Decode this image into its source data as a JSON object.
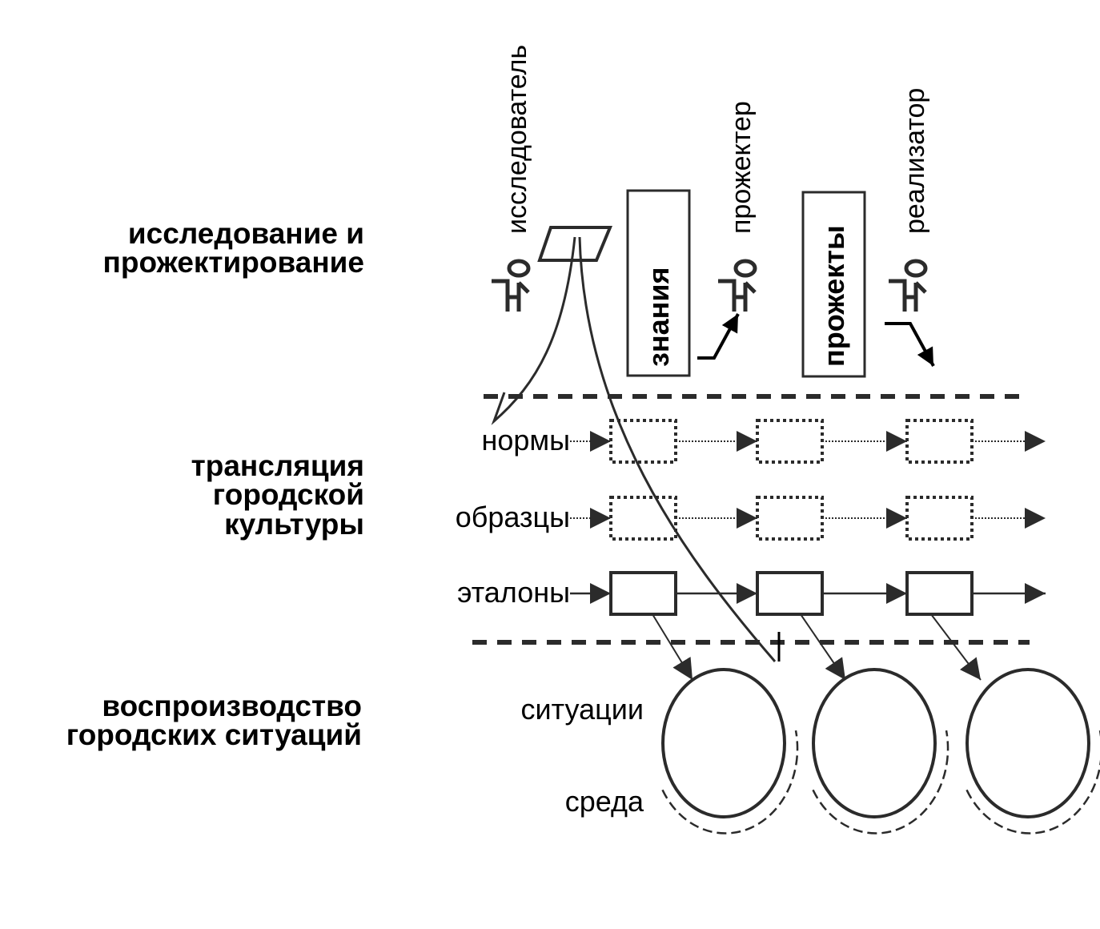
{
  "levels": [
    {
      "id": "research",
      "lines": [
        "исследование и",
        "прожектирование"
      ]
    },
    {
      "id": "translation",
      "lines": [
        "трансляция",
        "городской",
        "культуры"
      ]
    },
    {
      "id": "reproduction",
      "lines": [
        "воспроизводство",
        "городских ситуаций"
      ]
    }
  ],
  "roles": [
    {
      "id": "researcher",
      "label": "исследователь",
      "icon": "person-icon"
    },
    {
      "id": "projector",
      "label": "прожектер",
      "icon": "person-icon"
    },
    {
      "id": "implementer",
      "label": "реализатор",
      "icon": "person-icon"
    }
  ],
  "products": [
    {
      "id": "knowledge",
      "label": "знания"
    },
    {
      "id": "projects",
      "label": "прожекты"
    }
  ],
  "rows": [
    {
      "id": "norms",
      "label": "нормы",
      "style": "dotted"
    },
    {
      "id": "samples",
      "label": "образцы",
      "style": "dotted"
    },
    {
      "id": "standards",
      "label": "эталоны",
      "style": "solid"
    }
  ],
  "situations": {
    "label": "ситуации",
    "count": 3
  },
  "environment": {
    "label": "среда"
  },
  "colors": {
    "stroke": "#2b2b2b",
    "text": "#000000",
    "background": "#ffffff"
  }
}
